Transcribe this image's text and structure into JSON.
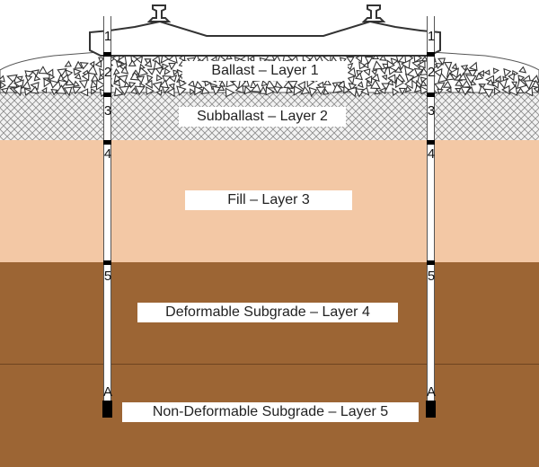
{
  "layers": {
    "ballast_label": "Ballast – Layer 1",
    "subballast_label": "Subballast – Layer 2",
    "fill_label": "Fill – Layer 3",
    "deformable_label": "Deformable Subgrade – Layer 4",
    "nondeformable_label": "Non-Deformable Subgrade – Layer 5"
  },
  "points": {
    "p1": "1",
    "p2": "2",
    "p3": "3",
    "p4": "4",
    "p5": "5",
    "pA": "A"
  },
  "colors": {
    "fill": "#f3c8a5",
    "subgrade": "#9c6534",
    "subballast": "#e8e8e8",
    "ballast_stone": "#ffffff",
    "outline": "#333333"
  },
  "icons": {
    "rail": "rail-icon",
    "tie": "sleeper-icon",
    "ballast": "ballast-stones-icon",
    "subballast": "crosshatch-pattern"
  }
}
